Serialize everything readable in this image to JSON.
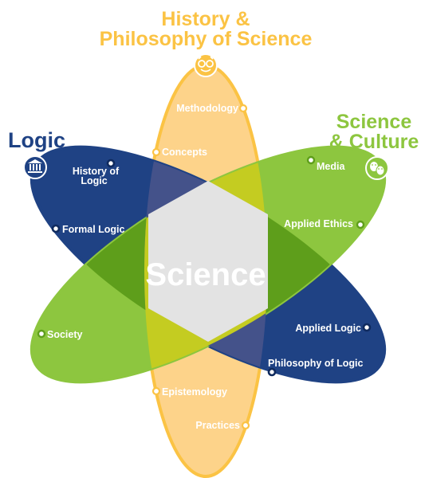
{
  "colors": {
    "history": "#FBC344",
    "history_fill": "#FDD38A",
    "logic": "#1F4284",
    "culture": "#8DC63F",
    "culture_dark": "#5E9E1B",
    "overlap_logic_culture": "#5E9E1B",
    "overlap_hist_culture": "#C4CC21",
    "overlap_hist_logic": "#44528A",
    "center": "#E3E3E3"
  },
  "titles": {
    "history_line1": "History &",
    "history_line2": "Philosophy of Science",
    "logic": "Logic",
    "culture_line1": "Science",
    "culture_line2": "& Culture"
  },
  "icons": {
    "history": "owl-icon",
    "logic": "institution-icon",
    "culture": "theater-masks-icon"
  },
  "center_label": "Science",
  "history_items": {
    "methodology": "Methodology",
    "concepts": "Concepts",
    "epistemology": "Epistemology",
    "practices": "Practices"
  },
  "logic_items": {
    "history_of_logic_1": "History of",
    "history_of_logic_2": "Logic",
    "formal_logic": "Formal Logic",
    "applied_logic": "Applied Logic",
    "philosophy_of_logic": "Philosophy of Logic"
  },
  "culture_items": {
    "media": "Media",
    "applied_ethics": "Applied Ethics",
    "society": "Society"
  }
}
